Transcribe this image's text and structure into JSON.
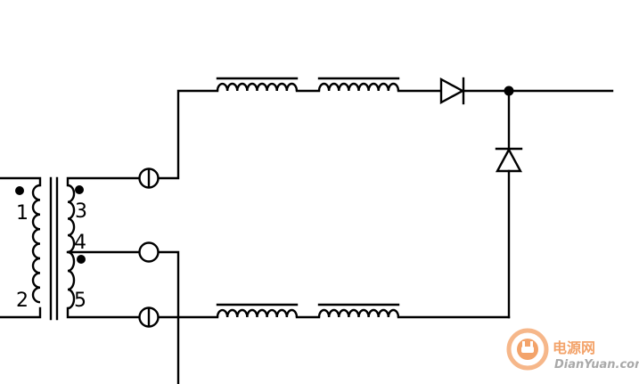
{
  "transformer": {
    "pins": [
      "1",
      "2",
      "3",
      "4",
      "5"
    ]
  },
  "watermark": {
    "chinese": "电源网",
    "english": "DianYuan.com",
    "accent_color": "#f3a36a"
  },
  "colors": {
    "line": "#000000",
    "background": "#ffffff"
  }
}
